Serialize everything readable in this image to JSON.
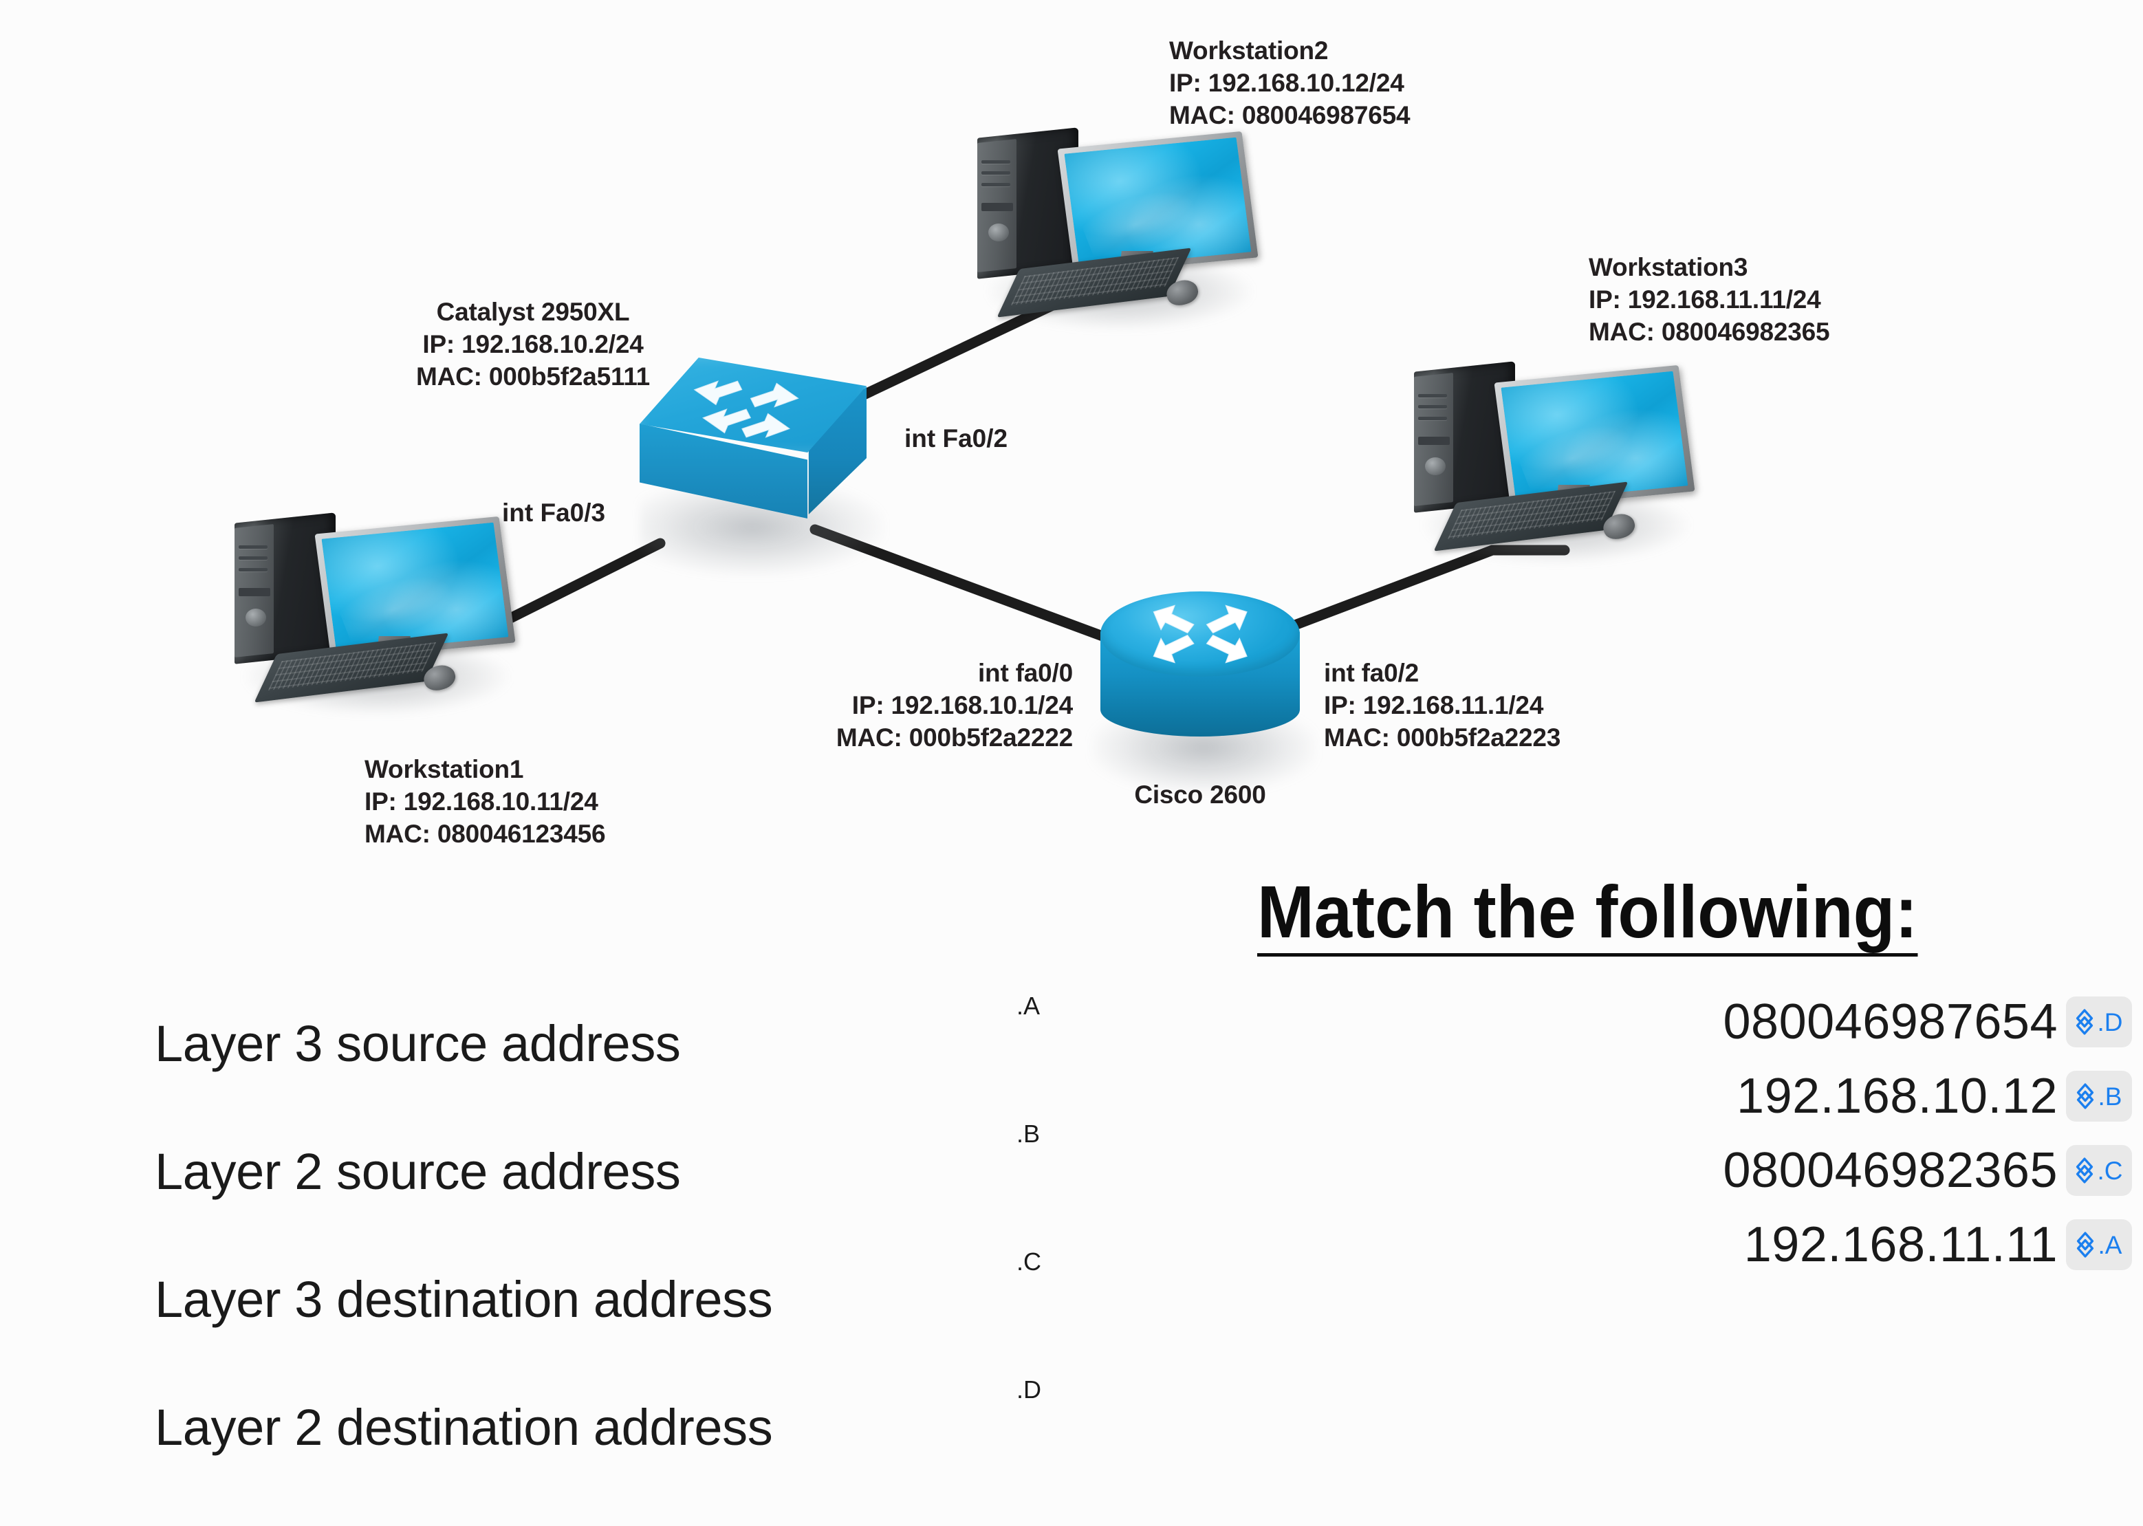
{
  "background": "#fcfcfc",
  "diagram": {
    "devices": [
      {
        "id": "workstation2",
        "name": "Workstation2",
        "ip": "IP: 192.168.10.12/24",
        "mac": "MAC: 080046987654"
      },
      {
        "id": "workstation3",
        "name": "Workstation3",
        "ip": "IP: 192.168.11.11/24",
        "mac": "MAC: 080046982365"
      },
      {
        "id": "switch",
        "name": "Catalyst 2950XL",
        "ip": "IP: 192.168.10.2/24",
        "mac": "MAC: 000b5f2a5111"
      },
      {
        "id": "workstation1",
        "name": "Workstation1",
        "ip": "IP: 192.168.10.11/24",
        "mac": "MAC: 080046123456"
      },
      {
        "id": "router",
        "name": "Cisco 2600"
      }
    ],
    "interfaces": {
      "switch_fa02": "int Fa0/2",
      "switch_fa03": "int Fa0/3",
      "router_fa00_name": "int fa0/0",
      "router_fa00_ip": "IP: 192.168.10.1/24",
      "router_fa00_mac": "MAC: 000b5f2a2222",
      "router_fa02_name": "int fa0/2",
      "router_fa02_ip": "IP: 192.168.11.1/24",
      "router_fa02_mac": "MAC: 000b5f2a2223"
    },
    "router_caption": "Cisco 2600"
  },
  "question": {
    "title": "Match the following:",
    "prompts": [
      {
        "label": "Layer 3 source address",
        "marker": ".A"
      },
      {
        "label": "Layer 2 source address",
        "marker": ".B"
      },
      {
        "label": "Layer 3 destination address",
        "marker": ".C"
      },
      {
        "label": "Layer 2 destination address",
        "marker": ".D"
      }
    ],
    "answers": [
      {
        "value": "080046987654",
        "selected": ".D"
      },
      {
        "value": "192.168.10.12",
        "selected": ".B"
      },
      {
        "value": "080046982365",
        "selected": ".C"
      },
      {
        "value": "192.168.11.11",
        "selected": ".A"
      }
    ]
  },
  "colors": {
    "accent_blue": "#1b7fef",
    "device_blue": "#1ba2d6",
    "screen_blue": "#17ace0",
    "text": "#1a1a1a",
    "dropdown_bg": "#e9e9e9"
  }
}
